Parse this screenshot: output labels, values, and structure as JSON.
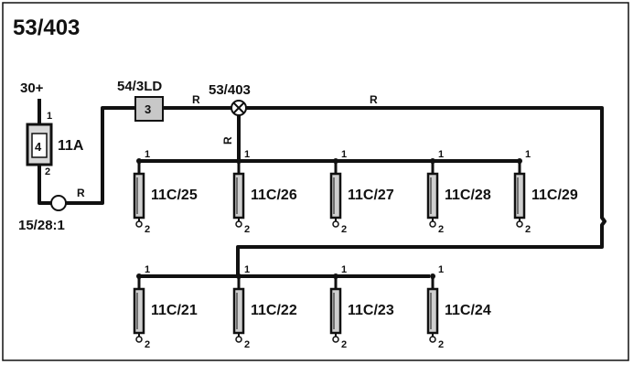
{
  "title": "53/403",
  "supply": {
    "label": "30+",
    "pin_top": "1",
    "pin_bottom": "2"
  },
  "fuse": {
    "label": "11A",
    "glyph": "4"
  },
  "ground_node": {
    "label": "15/28:1"
  },
  "relay": {
    "label": "54/3LD",
    "glyph": "3"
  },
  "junction": {
    "label": "53/403"
  },
  "wire_labels": [
    "R",
    "R",
    "R",
    "R"
  ],
  "top_row": [
    {
      "label": "11C/25",
      "pin1": "1",
      "pin2": "2"
    },
    {
      "label": "11C/26",
      "pin1": "1",
      "pin2": "2"
    },
    {
      "label": "11C/27",
      "pin1": "1",
      "pin2": "2"
    },
    {
      "label": "11C/28",
      "pin1": "1",
      "pin2": "2"
    },
    {
      "label": "11C/29",
      "pin1": "1",
      "pin2": "2"
    }
  ],
  "bottom_row": [
    {
      "label": "11C/21",
      "pin1": "1",
      "pin2": "2"
    },
    {
      "label": "11C/22",
      "pin1": "1",
      "pin2": "2"
    },
    {
      "label": "11C/23",
      "pin1": "1",
      "pin2": "2"
    },
    {
      "label": "11C/24",
      "pin1": "1",
      "pin2": "2"
    }
  ]
}
